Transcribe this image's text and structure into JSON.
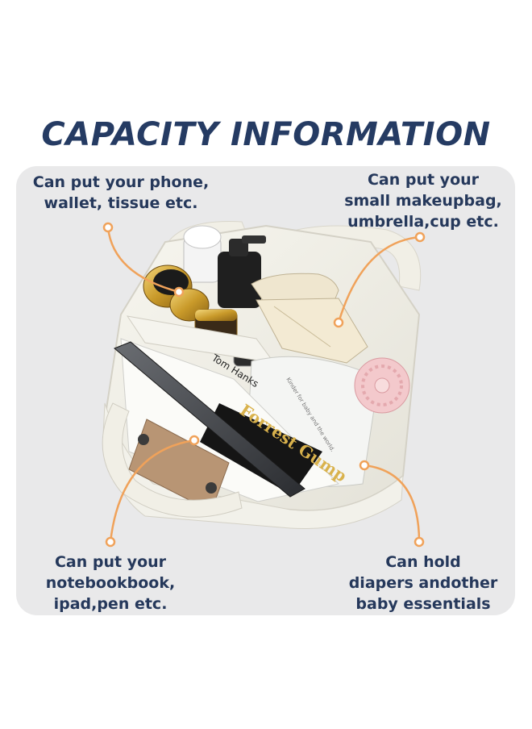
{
  "title": "CAPACITY INFORMATION",
  "captions": {
    "top_left": [
      "Can put your phone,",
      "wallet, tissue etc."
    ],
    "top_right": [
      "Can put your",
      "small makeupbag,",
      "umbrella,cup etc."
    ],
    "bottom_left": [
      "Can put your",
      "notebookbook,",
      "ipad,pen etc."
    ],
    "bottom_right": [
      "Can hold",
      "diapers andother",
      "baby essentials"
    ]
  },
  "product_print": {
    "book_spine_author": "Tom Hanks",
    "book_title": "Forrest Gump",
    "diaper_label": "Kinder for baby and the world."
  },
  "colors": {
    "title": "#253b63",
    "caption": "#25385b",
    "panel": "#e9e9ea",
    "callout_line": "#f0a25a"
  }
}
